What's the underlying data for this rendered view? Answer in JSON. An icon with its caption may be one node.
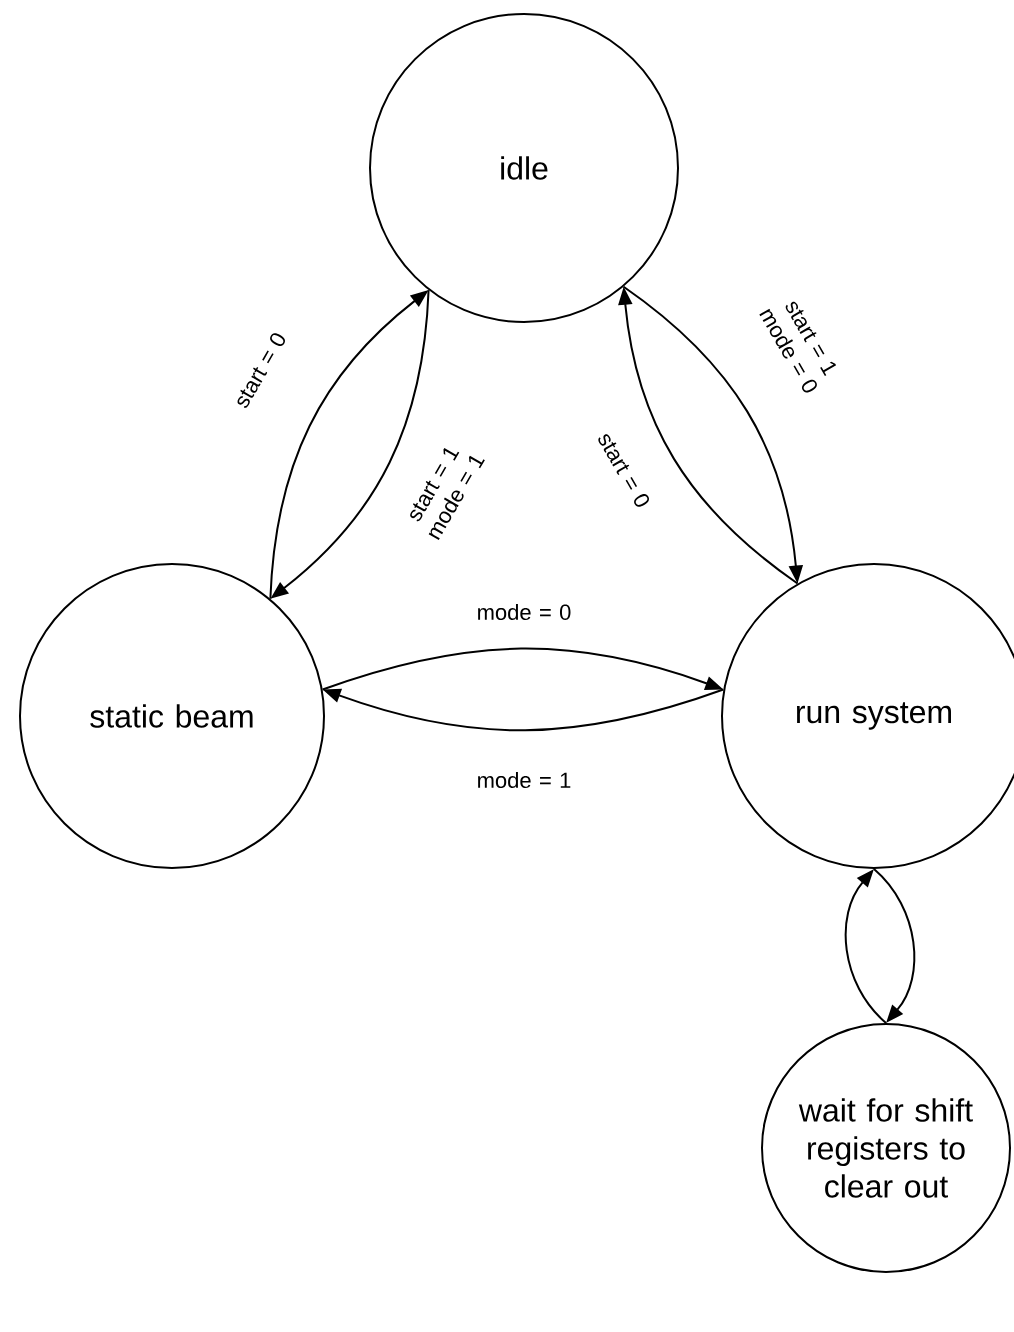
{
  "diagram": {
    "nodes": [
      {
        "text": [
          "idle"
        ]
      },
      {
        "text": [
          "static beam"
        ]
      },
      {
        "text": [
          "run system"
        ]
      },
      {
        "text": [
          "wait for shift registers to clear out"
        ]
      }
    ],
    "edges": [
      {
        "from": 1,
        "to": 0,
        "arrow": "to",
        "label": "start = 0"
      },
      {
        "from": 0,
        "to": 1,
        "arrow": "to",
        "label": "start = 1 mode = 1"
      },
      {
        "from": 0,
        "to": 2,
        "arrow": "to",
        "label": "start = 1 mode = 0"
      },
      {
        "from": 2,
        "to": 0,
        "arrow": "to",
        "label": "start = 0"
      },
      {
        "from": 1,
        "to": 2,
        "arrow": "to",
        "label": "mode = 0"
      },
      {
        "from": 2,
        "to": 1,
        "arrow": "to",
        "label": "mode = 1"
      },
      {
        "from": 3,
        "to": 2,
        "arrow": "to"
      },
      {
        "from": 2,
        "to": 3,
        "arrow": "to"
      }
    ]
  }
}
